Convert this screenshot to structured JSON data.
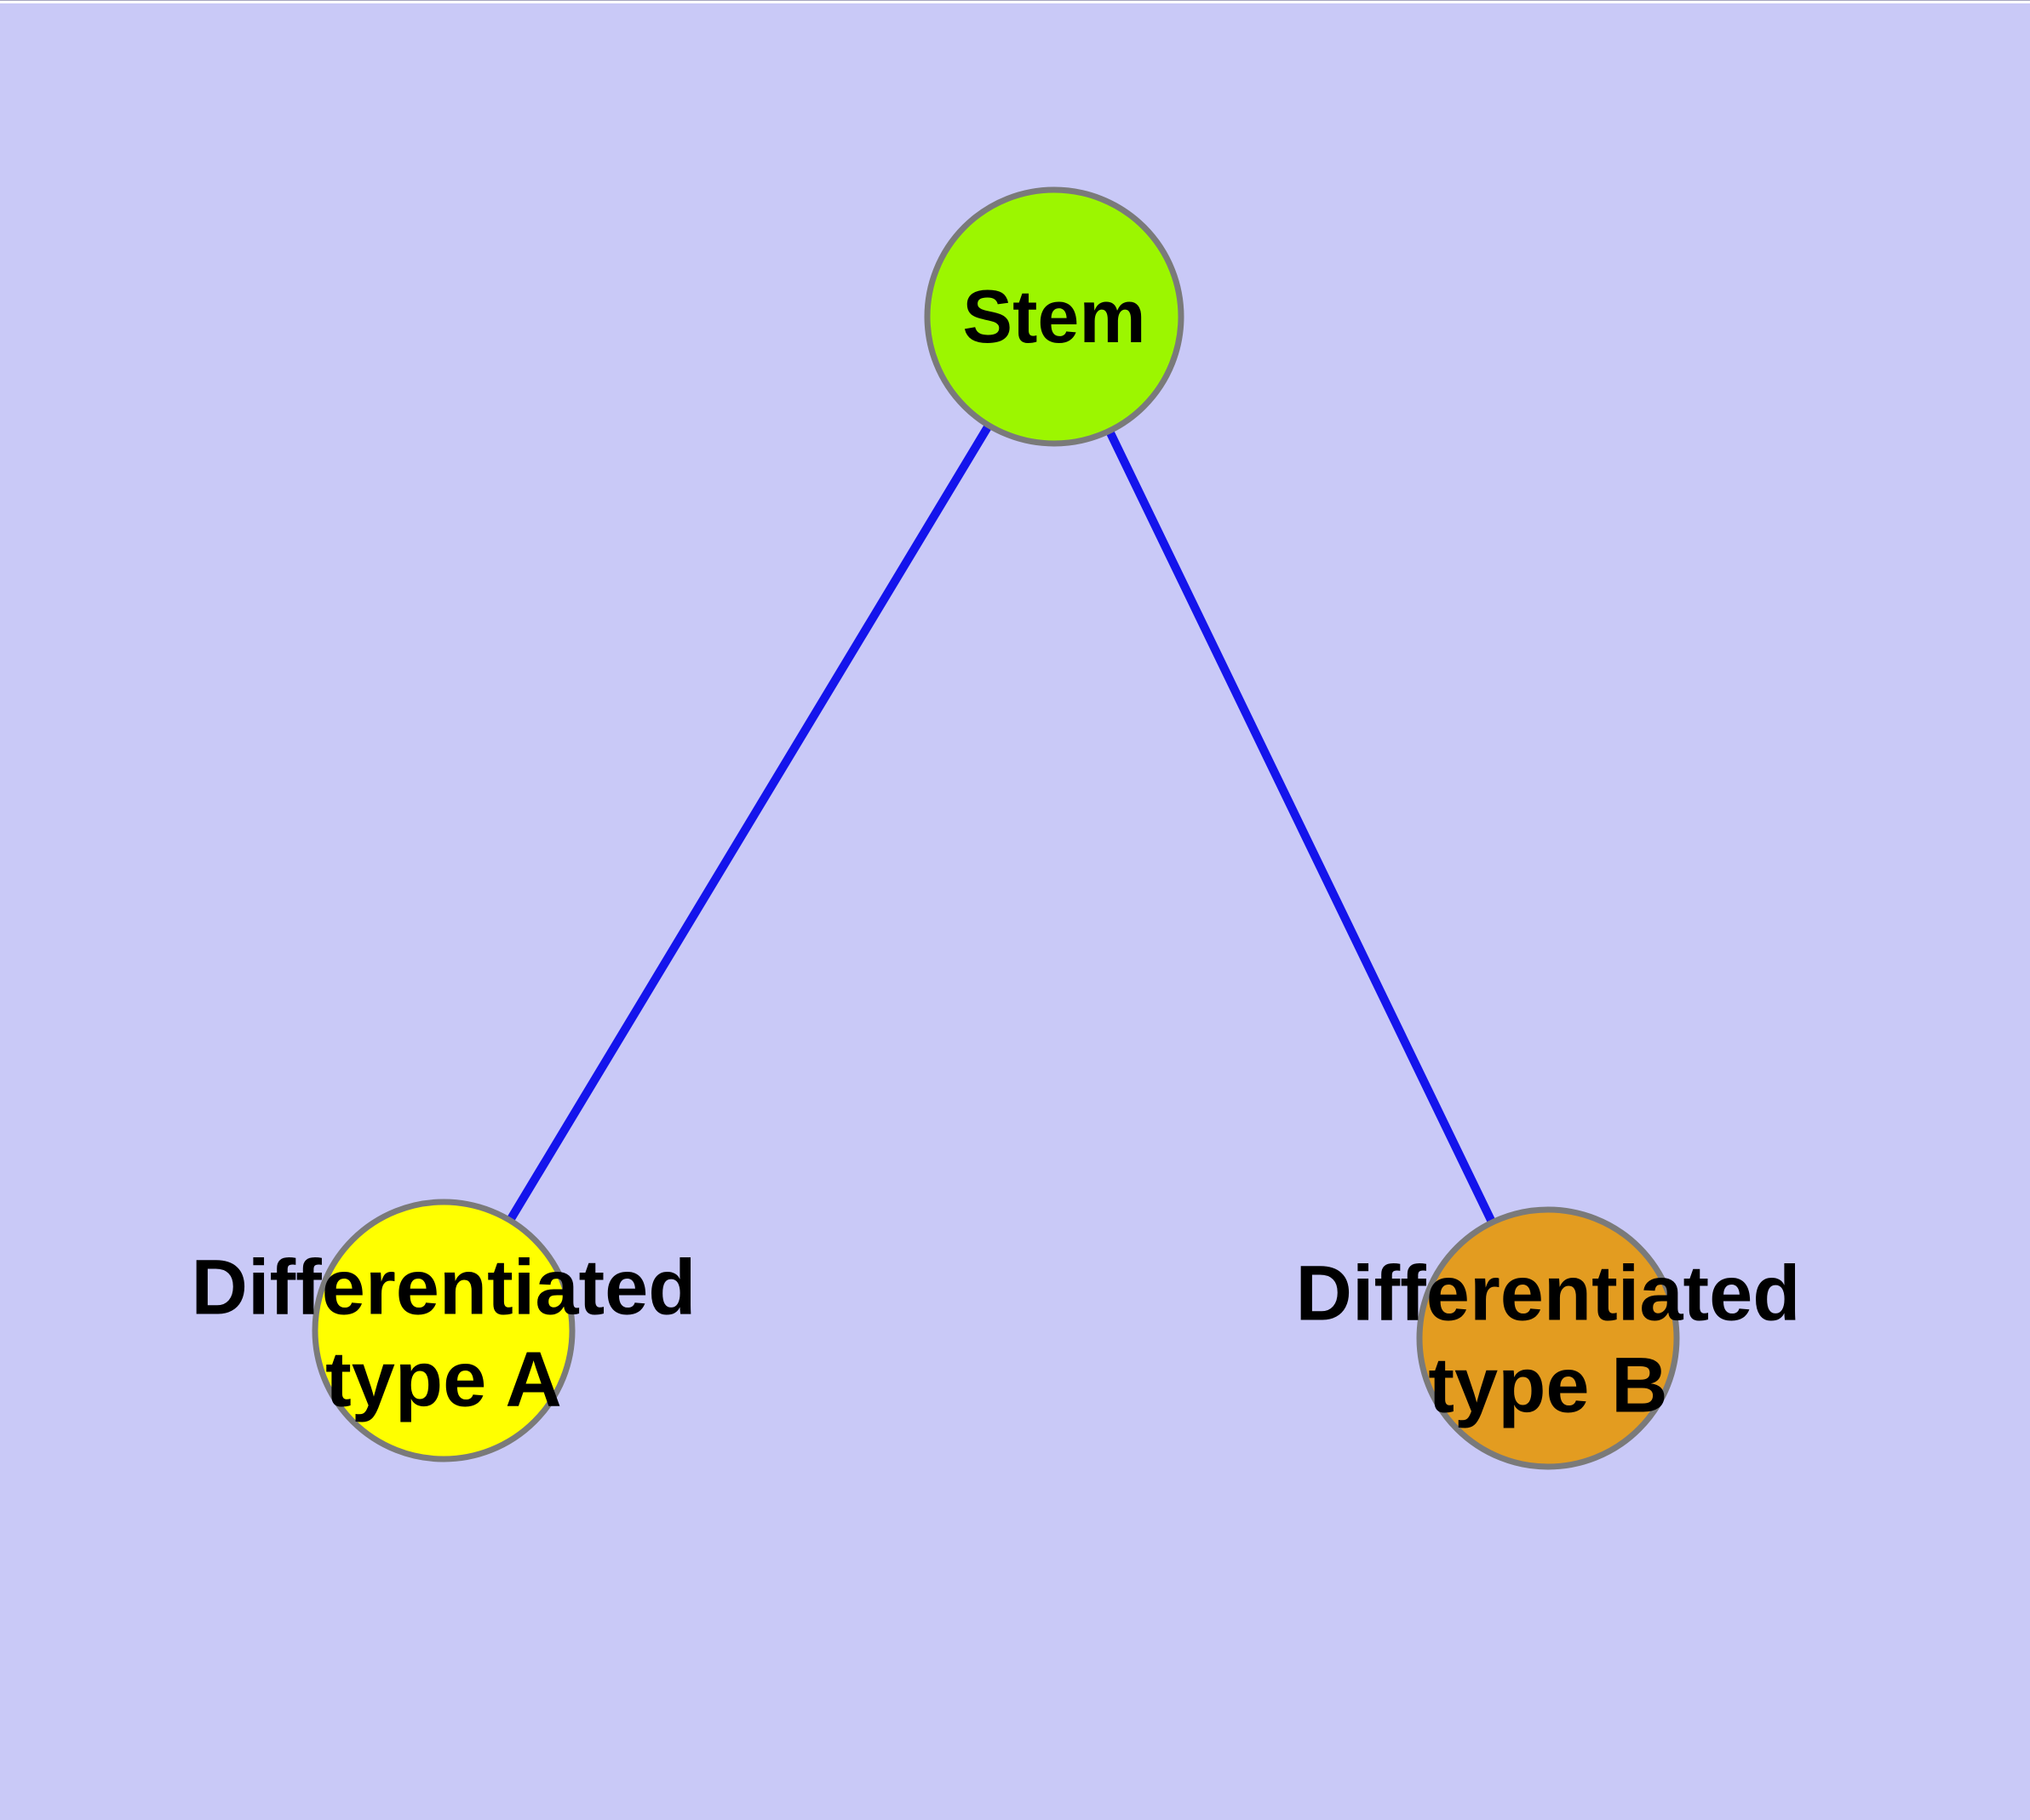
{
  "diagram": {
    "background_color": "#c9c9f7",
    "edge_color": "#1414ec",
    "node_border_color": "#7a7a7a",
    "text_color": "#000000",
    "nodes": {
      "stem": {
        "label": "Stem",
        "fill": "#9cf600"
      },
      "type_a": {
        "label_line1": "Differentiated",
        "label_line2": "type A",
        "fill": "#ffff00"
      },
      "type_b": {
        "label_line1": "Differentiated",
        "label_line2": "type B",
        "fill": "#e39c20"
      }
    },
    "edges": [
      {
        "from": "Stem",
        "to": "Differentiated type A"
      },
      {
        "from": "Stem",
        "to": "Differentiated type B"
      }
    ]
  }
}
